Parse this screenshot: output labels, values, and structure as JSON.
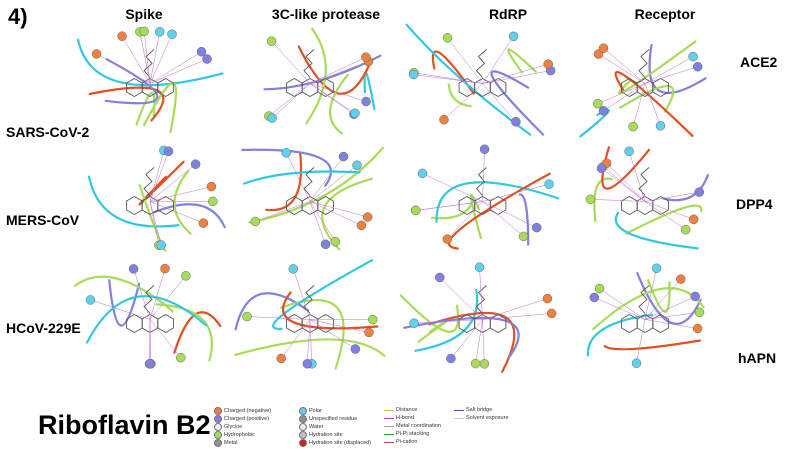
{
  "figure": {
    "panel_number": "4)",
    "columns": [
      "Spike",
      "3C-like protease",
      "RdRP",
      "Receptor"
    ],
    "rows": [
      "SARS-CoV-2",
      "MERS-CoV",
      "HCoV-229E"
    ],
    "receptors": [
      "ACE2",
      "DPP4",
      "hAPN"
    ],
    "compound": "Riboflavin B2"
  },
  "legend": {
    "residues": [
      {
        "label": "Charged (negative)",
        "color": "#f08040"
      },
      {
        "label": "Charged (positive)",
        "color": "#8080e0"
      },
      {
        "label": "Glycine",
        "color": "#f0f0f0"
      },
      {
        "label": "Hydrophobic",
        "color": "#a8dc58"
      },
      {
        "label": "Metal",
        "color": "#909090"
      },
      {
        "label": "Polar",
        "color": "#60d0f0"
      },
      {
        "label": "Unspecified residue",
        "color": "#909090"
      },
      {
        "label": "Water",
        "color": "#e8e8e8"
      },
      {
        "label": "Hydration site",
        "color": "#c0c0c0"
      },
      {
        "label": "Hydration site (displaced)",
        "color": "#d02020"
      }
    ],
    "interactions": [
      {
        "label": "Distance",
        "color": "#e0c040"
      },
      {
        "label": "H-bond",
        "color": "#b040c0"
      },
      {
        "label": "Metal coordination",
        "color": "#a0a0a0"
      },
      {
        "label": "Pi-Pi stacking",
        "color": "#30a030"
      },
      {
        "label": "Pi-cation",
        "color": "#d04040"
      },
      {
        "label": "Salt bridge",
        "color": "#7040a0"
      },
      {
        "label": "Solvent exposure",
        "color": "#c8c8c8"
      }
    ]
  }
}
